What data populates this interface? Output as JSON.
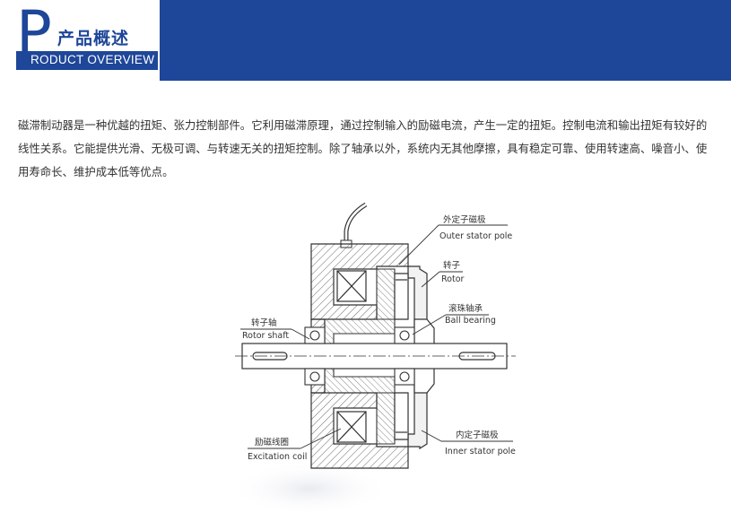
{
  "header": {
    "initial": "P",
    "title_cn": "产品概述",
    "title_en": "RODUCT OVERVIEW"
  },
  "description": "磁滞制动器是一种优越的扭矩、张力控制部件。它利用磁滞原理，通过控制输入的励磁电流，产生一定的扭矩。控制电流和输出扭矩有较好的线性关系。它能提供光滑、无极可调、与转速无关的扭矩控制。除了轴承以外，系统内无其他摩擦，具有稳定可靠、使用转速高、噪音小、使用寿命长、维护成本低等优点。",
  "diagram": {
    "labels": {
      "outer_stator_cn": "外定子磁极",
      "outer_stator_en": "Outer stator pole",
      "rotor_cn": "转子",
      "rotor_en": "Rotor",
      "bearing_cn": "滚珠轴承",
      "bearing_en": "Ball bearing",
      "shaft_cn": "转子轴",
      "shaft_en": "Rotor shaft",
      "coil_cn": "励磁线圈",
      "coil_en": "Excitation coil",
      "inner_stator_cn": "内定子磁极",
      "inner_stator_en": "Inner stator pole"
    }
  },
  "colors": {
    "brand_blue": "#1e4699",
    "text": "#333333"
  }
}
